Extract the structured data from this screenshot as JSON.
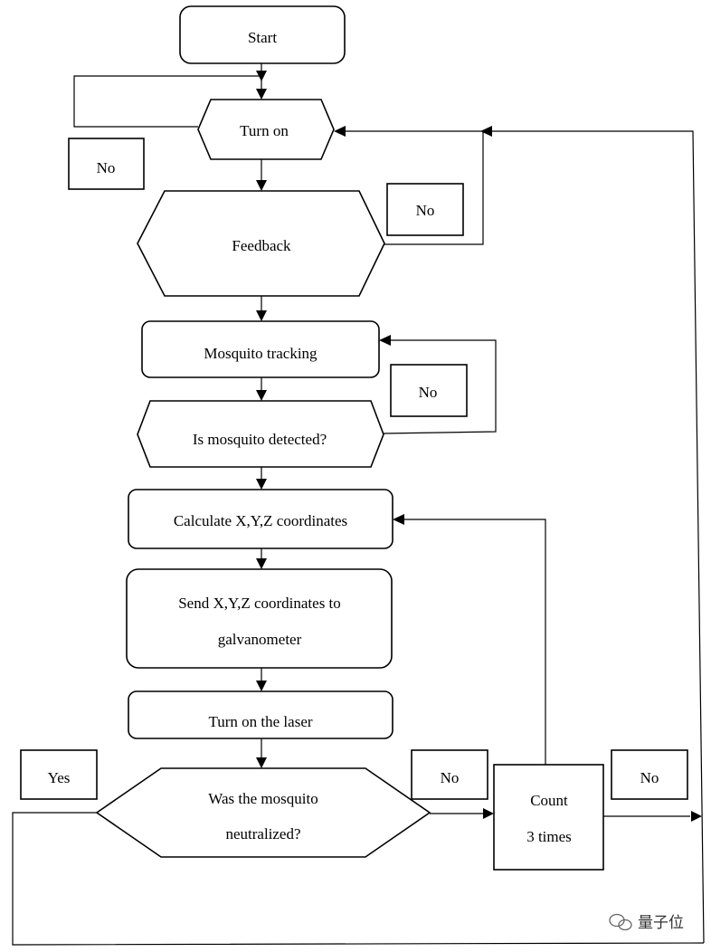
{
  "nodes": {
    "start": "Start",
    "turn_on": "Turn on",
    "feedback": "Feedback",
    "tracking": "Mosquito tracking",
    "detected": "Is mosquito detected?",
    "calculate": "Calculate X,Y,Z coordinates",
    "send_line1": "Send X,Y,Z coordinates to",
    "send_line2": "galvanometer",
    "laser": "Turn on the laser",
    "neutralized_line1": "Was the mosquito",
    "neutralized_line2": "neutralized?",
    "count_line1": "Count",
    "count_line2": "3 times"
  },
  "labels": {
    "no_turn_on": "No",
    "no_feedback": "No",
    "no_detected": "No",
    "yes_neutralized": "Yes",
    "no_neutralized": "No",
    "no_count": "No"
  },
  "watermark": "量子位"
}
